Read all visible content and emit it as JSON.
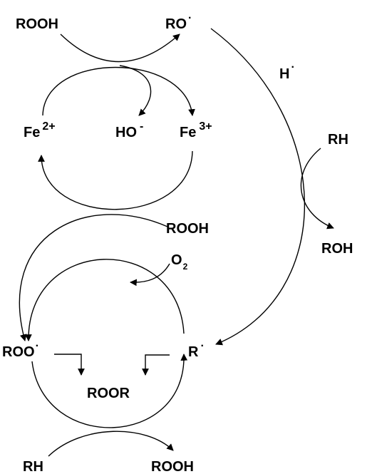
{
  "labels": {
    "rooh_top": "ROOH",
    "ro_radical": "RO",
    "h_radical": "H",
    "fe2": "Fe",
    "fe2_charge": "2+",
    "ho_minus": "HO",
    "ho_charge": "-",
    "fe3": "Fe",
    "fe3_charge": "3+",
    "rh_right": "RH",
    "roh": "ROH",
    "rooh_mid": "ROOH",
    "o2": "O",
    "o2_subscript": "2",
    "roo_radical": "ROO",
    "r_radical": "R",
    "roor": "ROOR",
    "rh_bottom": "RH",
    "rooh_bottom": "ROOH",
    "radical_dot": "·"
  },
  "colors": {
    "line": "#000000",
    "text": "#000000",
    "background": "#ffffff"
  }
}
